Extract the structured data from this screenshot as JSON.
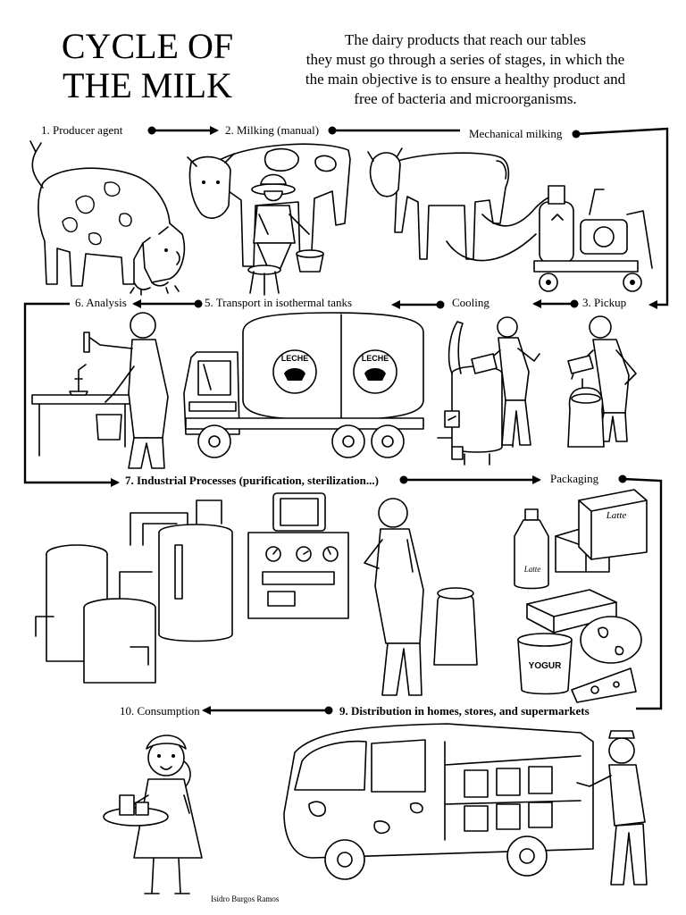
{
  "title": {
    "line1": "CYCLE OF",
    "line2": "THE MILK"
  },
  "intro": {
    "line1": "The dairy products that reach our tables",
    "line2": "they must go through a series of stages, in which the",
    "line3": "the main objective is to ensure a healthy product and",
    "line4": "free of bacteria and microorganisms."
  },
  "stages": {
    "s1": "1. Producer agent",
    "s2": "2. Milking (manual)",
    "s2b": "Mechanical milking",
    "s3": "3. Pickup",
    "s4": "Cooling",
    "s5": "5. Transport in isothermal tanks",
    "s6": "6. Analysis",
    "s7": "7. Industrial Processes (purification, sterilization...)",
    "s8": "Packaging",
    "s9": "9. Distribution in homes, stores, and supermarkets",
    "s10": "10. Consumption"
  },
  "tank_text": "LECHE",
  "box_text": "Latte",
  "bottle_text": "Latte",
  "yogurt_text": "YOGUR",
  "credit": "Isidro Burgos Ramos"
}
